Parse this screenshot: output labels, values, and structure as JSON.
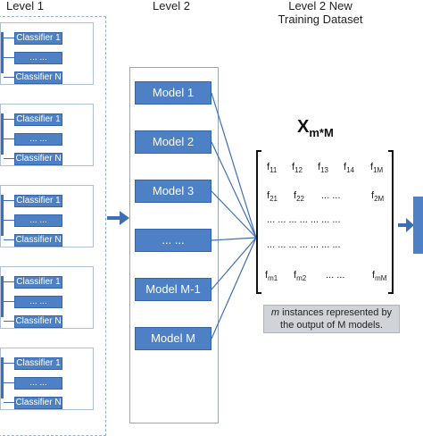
{
  "headers": {
    "level1": "Level 1",
    "level2": "Level 2",
    "level2_new_line1": "Level 2 New",
    "level2_new_line2": "Training Dataset"
  },
  "classifier_groups": [
    {
      "items": [
        "Classifier 1",
        "... ...",
        "Classifier N"
      ]
    },
    {
      "items": [
        "Classifier 1",
        "... ...",
        "Classifier N"
      ]
    },
    {
      "items": [
        "Classifier 1",
        "... ...",
        "Classifier N"
      ]
    },
    {
      "items": [
        "Classifier 1",
        "... ...",
        "Classifier N"
      ]
    },
    {
      "items": [
        "Classifier 1",
        "... ...",
        "Classifier N"
      ]
    }
  ],
  "models": [
    "Model 1",
    "Model 2",
    "Model 3",
    "... ...",
    "Model M-1",
    "Model M"
  ],
  "matrix": {
    "label_main": "X",
    "label_sub": "m*M",
    "rows": [
      [
        [
          "f",
          "11"
        ],
        [
          "f",
          "12"
        ],
        [
          "f",
          "13"
        ],
        [
          "f",
          "14"
        ],
        [
          "f",
          "1M"
        ]
      ],
      [
        [
          "f",
          "21"
        ],
        [
          "f",
          "22"
        ],
        [
          "... ...",
          ""
        ],
        [
          "f",
          "2M"
        ]
      ],
      [
        [
          "... ... ... ... ... ... ...",
          ""
        ]
      ],
      [
        [
          "... ... ... ... ... ... ...",
          ""
        ]
      ],
      [
        [
          "f",
          "m1"
        ],
        [
          "f",
          "m2"
        ],
        [
          "... ...",
          ""
        ],
        [
          "f",
          "mM"
        ]
      ]
    ]
  },
  "caption": {
    "emph": "m",
    "rest_line1": " instances represented by",
    "line2": "the output of M models."
  },
  "colors": {
    "box_fill": "#4d80c4",
    "arrow": "#3d6fb5",
    "caption_bg": "#d0d3d8"
  }
}
